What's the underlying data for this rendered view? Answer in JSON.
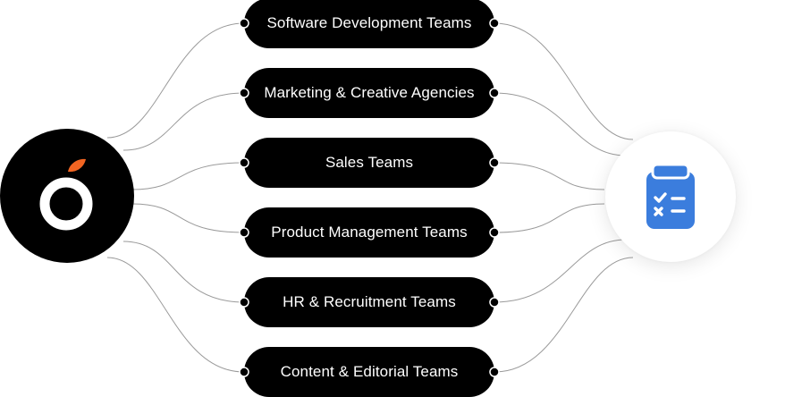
{
  "colors": {
    "pill_bg": "#000000",
    "pill_text": "#ffffff",
    "connector": "#9a9a9a",
    "brand_accent": "#f26522",
    "clipboard_blue": "#3b7ddd"
  },
  "left_hub": {
    "icon": "orange-logo-icon"
  },
  "right_hub": {
    "icon": "clipboard-checklist-icon"
  },
  "teams": [
    {
      "label": "Software Development Teams"
    },
    {
      "label": "Marketing & Creative Agencies"
    },
    {
      "label": "Sales Teams"
    },
    {
      "label": "Product Management Teams"
    },
    {
      "label": "HR & Recruitment Teams"
    },
    {
      "label": "Content & Editorial Teams"
    }
  ]
}
